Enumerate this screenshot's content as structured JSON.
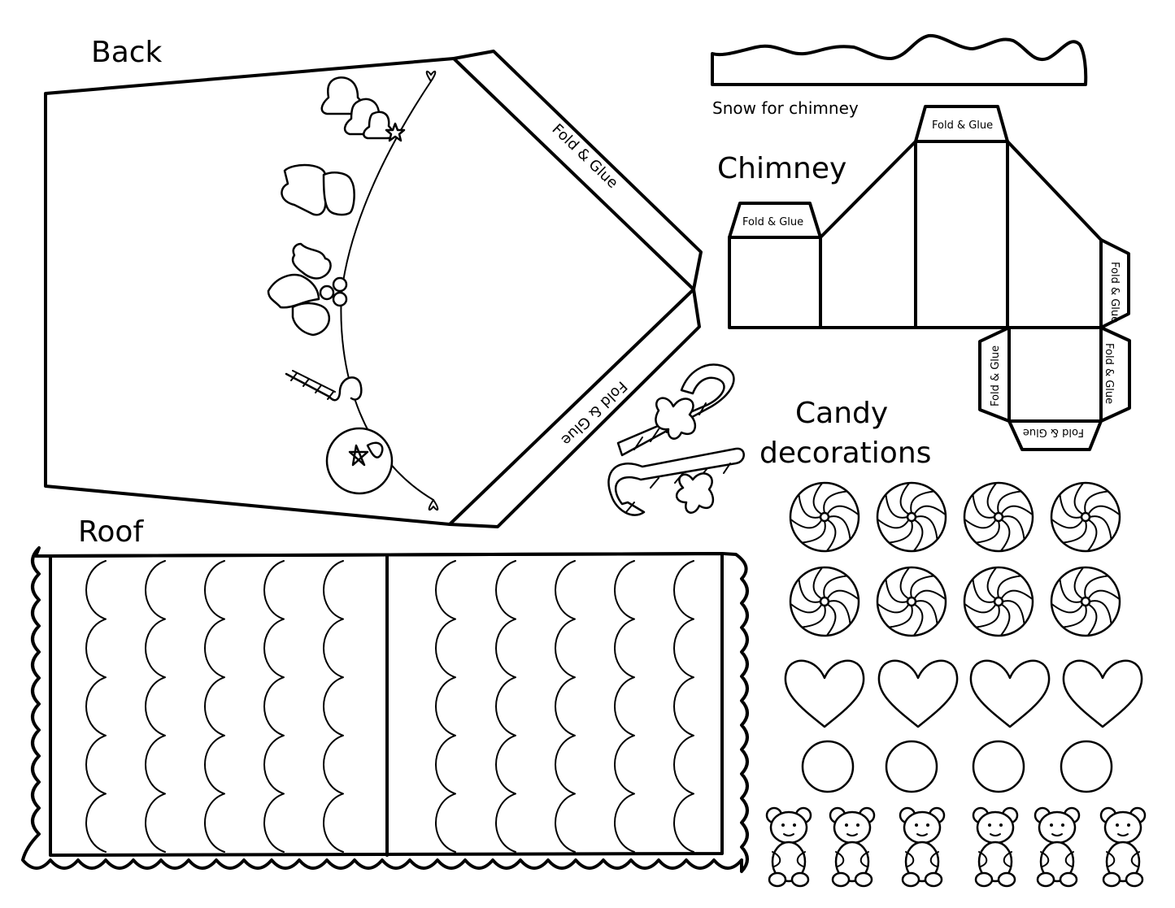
{
  "labels": {
    "back": "Back",
    "roof": "Roof",
    "chimney": "Chimney",
    "snow": "Snow for chimney",
    "candy_line1": "Candy",
    "candy_line2": "decorations"
  },
  "fold_glue": "Fold & Glue",
  "counts": {
    "peppermints": 8,
    "hearts": 4,
    "circles": 4,
    "bears": 6
  }
}
